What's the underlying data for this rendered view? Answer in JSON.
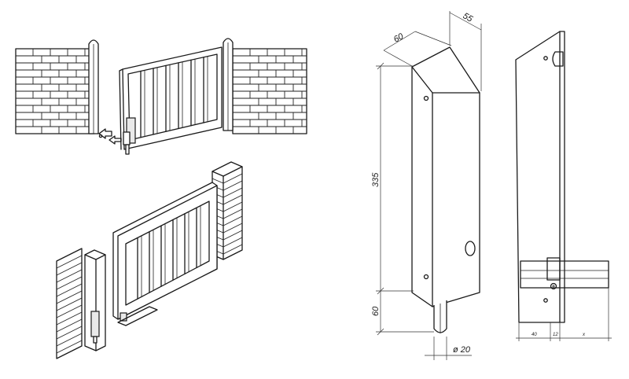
{
  "dimensions": {
    "top_width": "60",
    "top_depth": "55",
    "body_height": "335",
    "foot_height": "60",
    "pin_diameter": "ø 20",
    "bottom_a": "40",
    "bottom_b": "12",
    "bottom_c": "x"
  },
  "colors": {
    "line": "#1a1a1a",
    "paper": "#ffffff"
  }
}
